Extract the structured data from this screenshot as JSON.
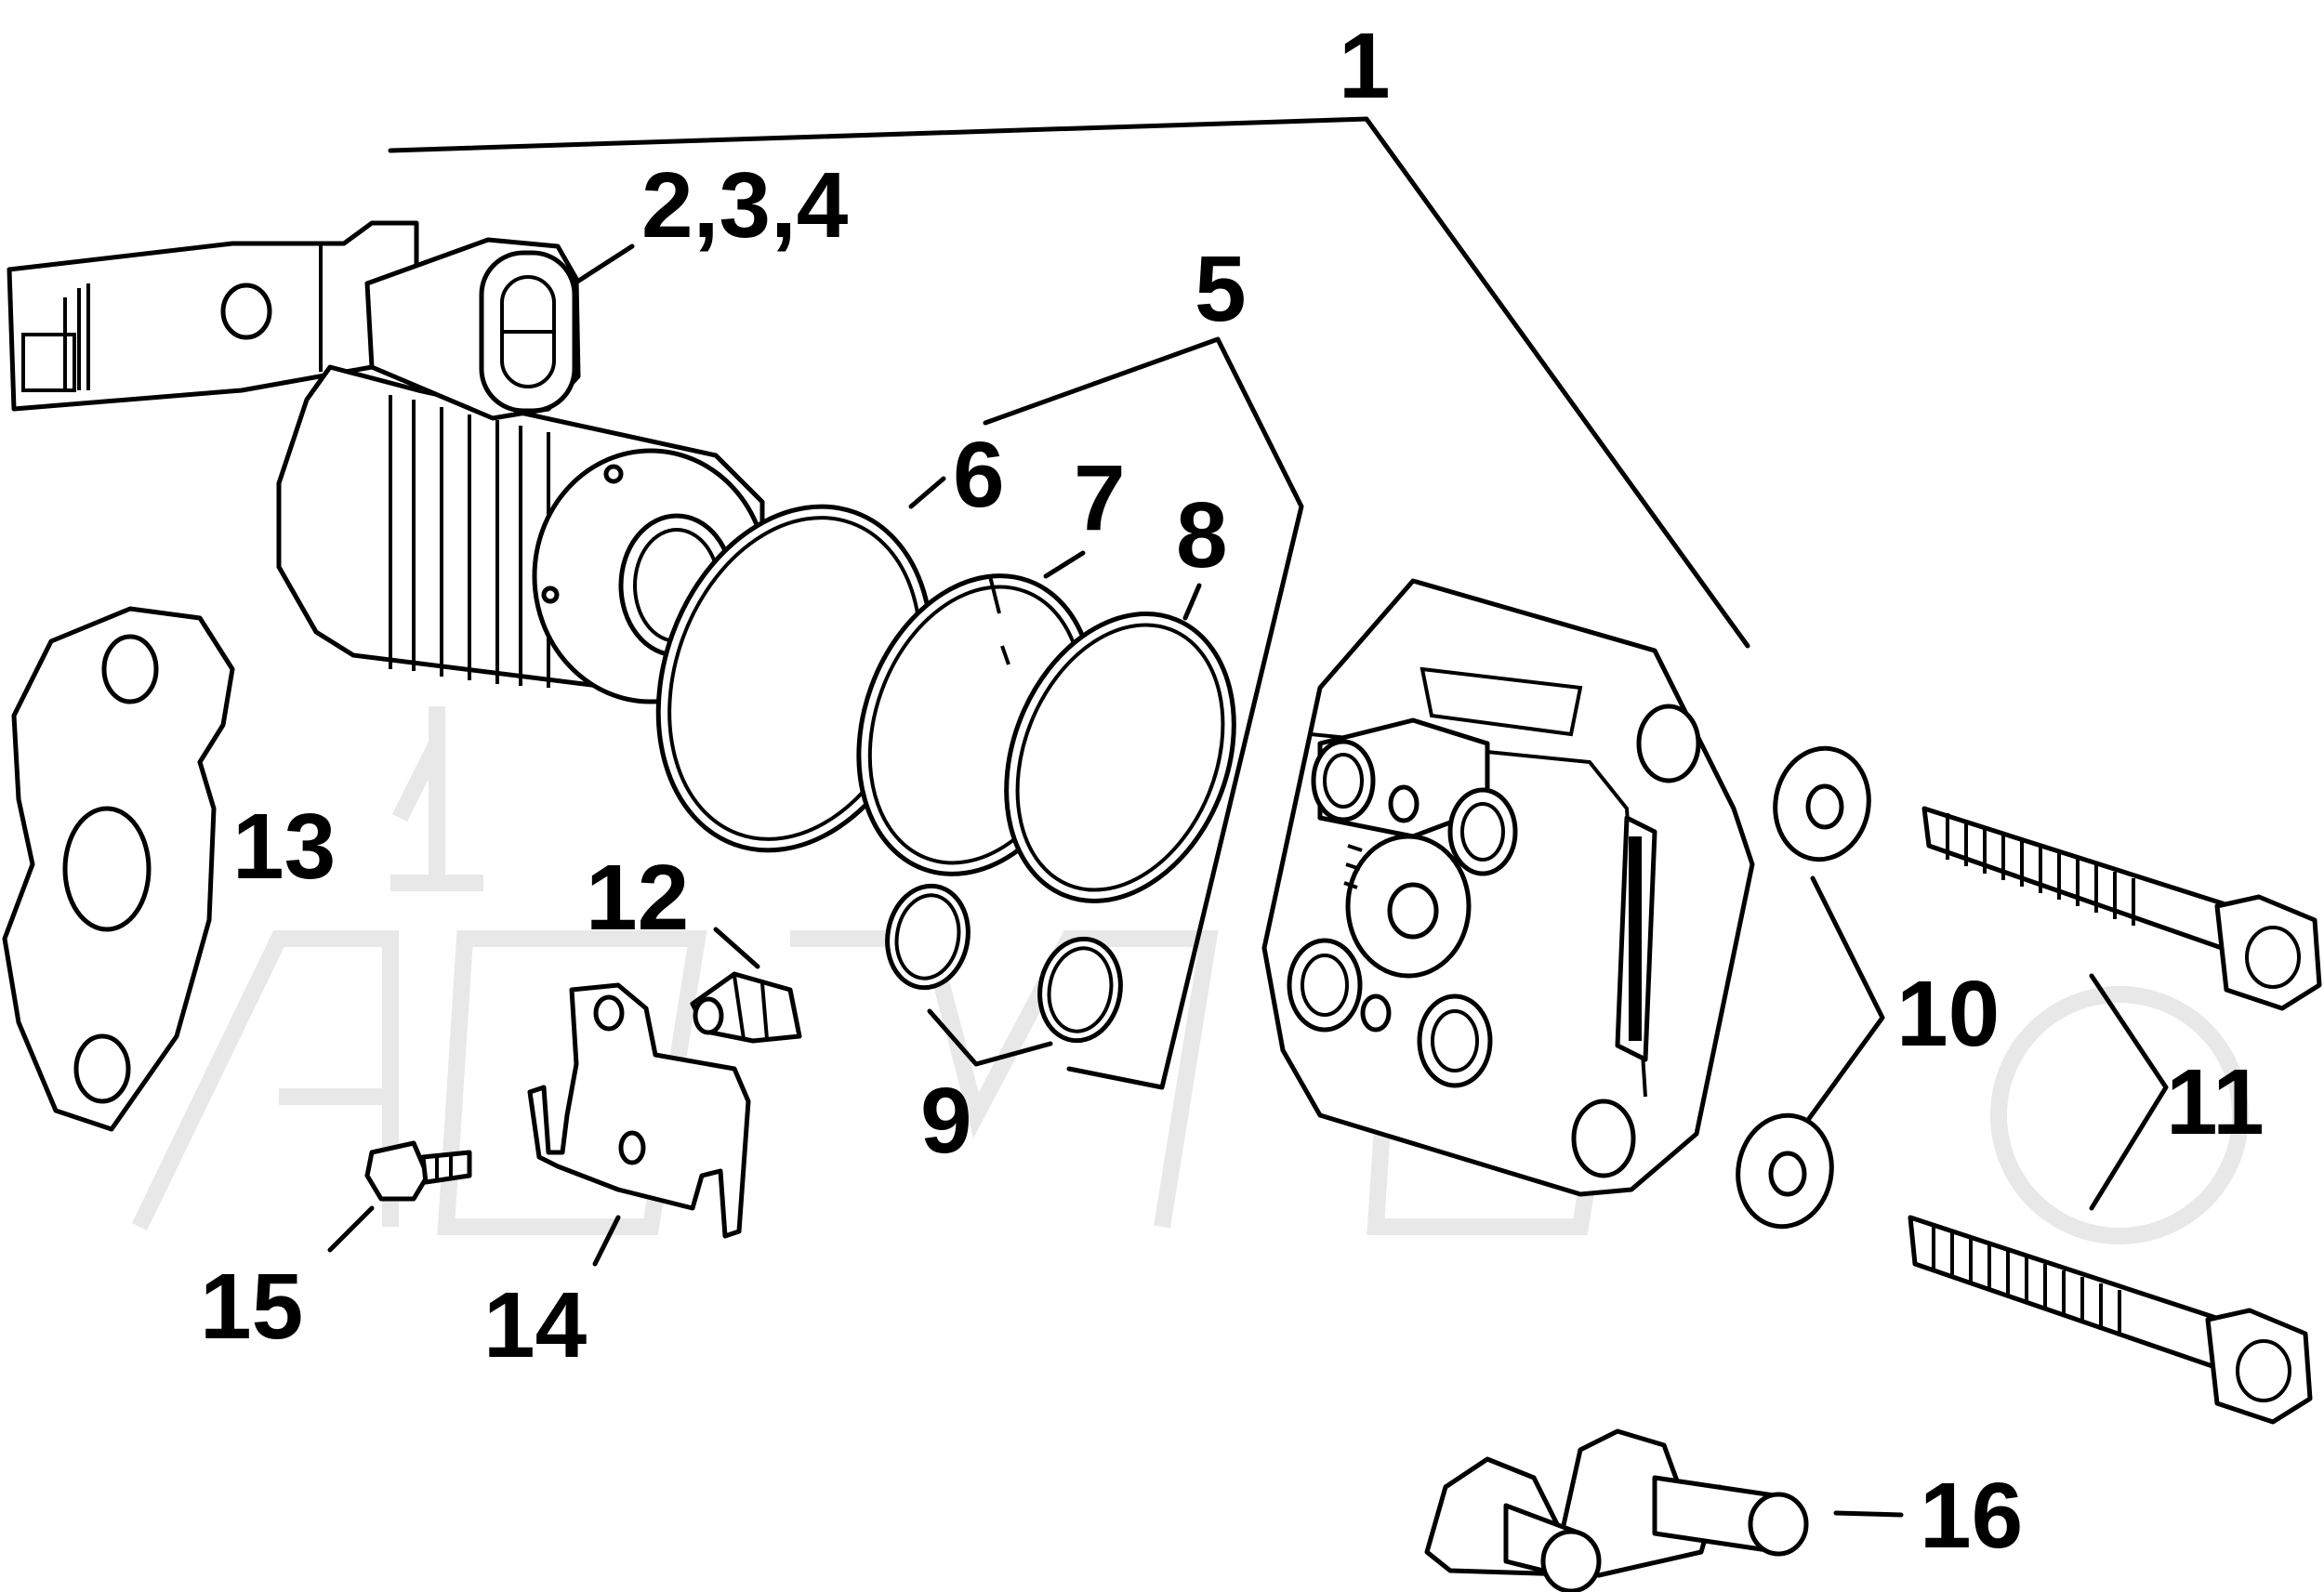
{
  "callouts": {
    "c1": "1",
    "c2": "2,3,4",
    "c5": "5",
    "c6": "6",
    "c7": "7",
    "c8": "8",
    "c9": "9",
    "c10": "10",
    "c11": "11",
    "c12": "12",
    "c13": "13",
    "c14": "14",
    "c15": "15",
    "c16": "16"
  },
  "colors": {
    "line": "#000000",
    "watermark": "#e6e6e6",
    "background": "#ffffff"
  }
}
